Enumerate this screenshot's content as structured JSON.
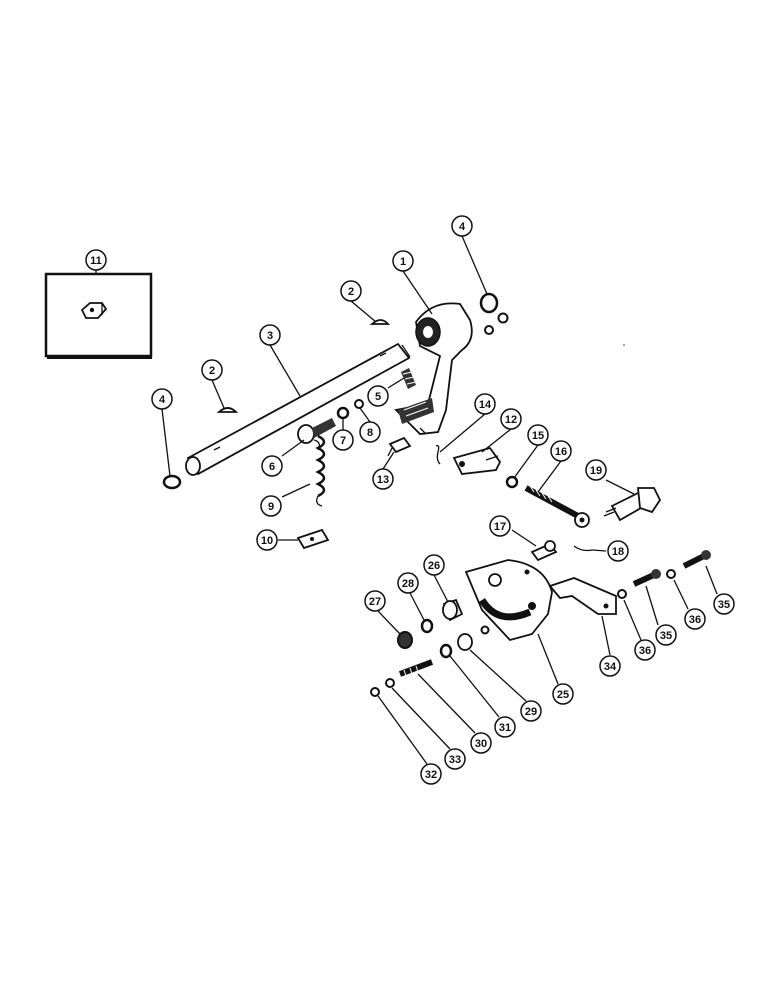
{
  "callouts": [
    {
      "id": "c11",
      "label": "11"
    },
    {
      "id": "c4a",
      "label": "4"
    },
    {
      "id": "c1",
      "label": "1"
    },
    {
      "id": "c2a",
      "label": "2"
    },
    {
      "id": "c3",
      "label": "3"
    },
    {
      "id": "c2b",
      "label": "2"
    },
    {
      "id": "c4b",
      "label": "4"
    },
    {
      "id": "c5",
      "label": "5"
    },
    {
      "id": "c14",
      "label": "14"
    },
    {
      "id": "c12",
      "label": "12"
    },
    {
      "id": "c15",
      "label": "15"
    },
    {
      "id": "c16",
      "label": "16"
    },
    {
      "id": "c19",
      "label": "19"
    },
    {
      "id": "c7",
      "label": "7"
    },
    {
      "id": "c8",
      "label": "8"
    },
    {
      "id": "c6",
      "label": "6"
    },
    {
      "id": "c13",
      "label": "13"
    },
    {
      "id": "c9",
      "label": "9"
    },
    {
      "id": "c10",
      "label": "10"
    },
    {
      "id": "c17",
      "label": "17"
    },
    {
      "id": "c18",
      "label": "18"
    },
    {
      "id": "c26",
      "label": "26"
    },
    {
      "id": "c28",
      "label": "28"
    },
    {
      "id": "c27",
      "label": "27"
    },
    {
      "id": "c25",
      "label": "25"
    },
    {
      "id": "c29",
      "label": "29"
    },
    {
      "id": "c31",
      "label": "31"
    },
    {
      "id": "c30",
      "label": "30"
    },
    {
      "id": "c33",
      "label": "33"
    },
    {
      "id": "c32",
      "label": "32"
    },
    {
      "id": "c34",
      "label": "34"
    },
    {
      "id": "c36a",
      "label": "36"
    },
    {
      "id": "c35a",
      "label": "35"
    },
    {
      "id": "c36b",
      "label": "36"
    },
    {
      "id": "c35b",
      "label": "35"
    }
  ]
}
